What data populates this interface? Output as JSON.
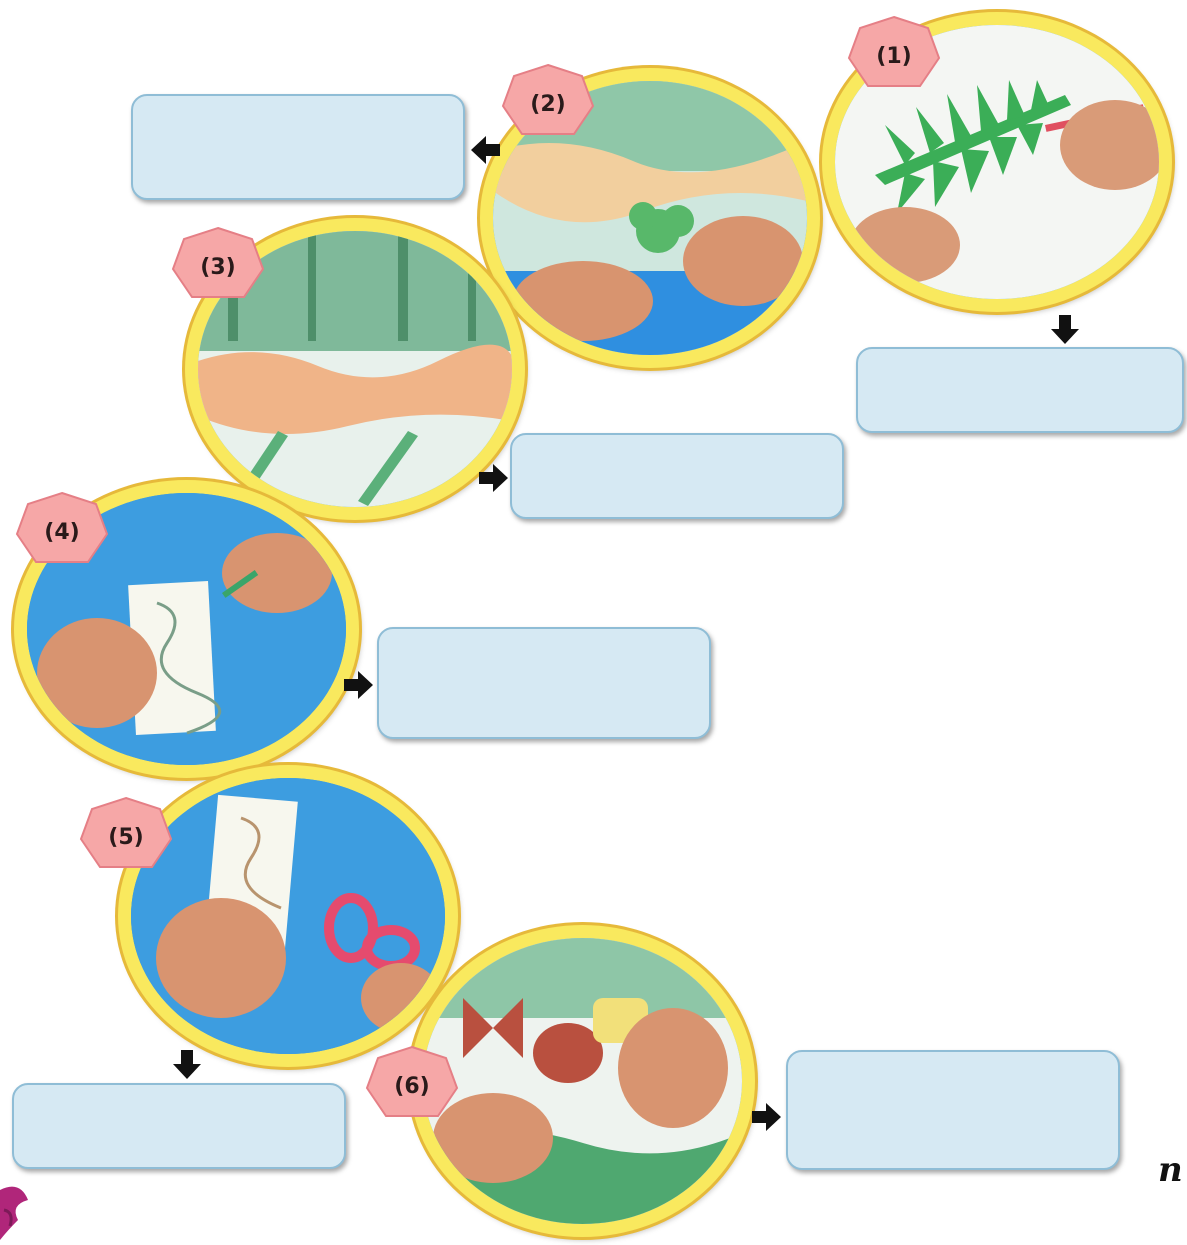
{
  "steps": [
    {
      "number": "(1)",
      "answer": ""
    },
    {
      "number": "(2)",
      "answer": ""
    },
    {
      "number": "(3)",
      "answer": ""
    },
    {
      "number": "(4)",
      "answer": ""
    },
    {
      "number": "(5)",
      "answer": ""
    },
    {
      "number": "(6)",
      "answer": ""
    }
  ],
  "colors": {
    "ring": "#f9e95e",
    "badge": "#f6a7a7",
    "answer_box": "#d6e9f3",
    "background_blue": "#3d9de0"
  },
  "side_letter": "n"
}
